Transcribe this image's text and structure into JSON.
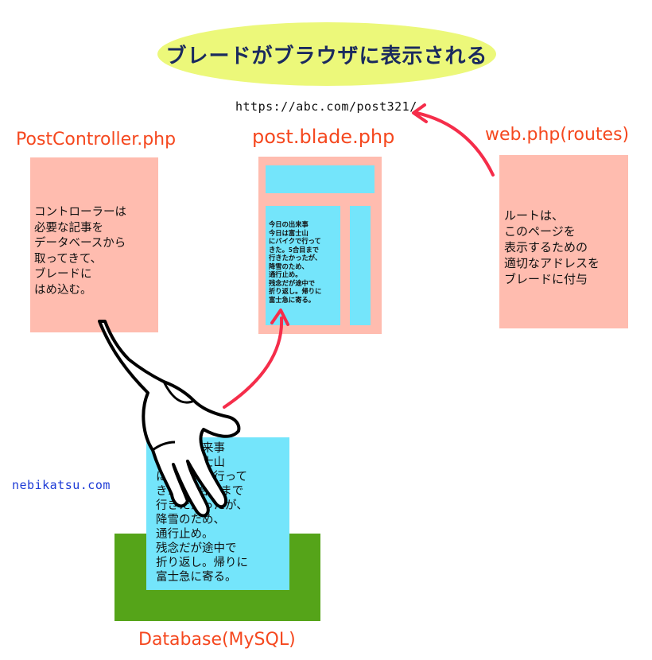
{
  "title": "ブレードがブラウザに表示される",
  "url": "https://abc.com/post321/",
  "controller": {
    "label": "PostController.php",
    "text": "コントローラーは\n必要な記事を\nデータベースから\n取ってきて、\nブレードに\nはめ込む。"
  },
  "blade": {
    "label": "post.blade.php",
    "text": "今日の出来事\n今日は富士山\nにバイクで行って\nきた。5合目まで\n行きたかったが、\n降雪のため、\n通行止め。\n残念だが途中で\n折り返し。帰りに\n富士急に寄る。"
  },
  "routes": {
    "label": "web.php(routes)",
    "text": "ルートは、\nこのページを\n表示するための\n適切なアドレスを\nブレードに付与"
  },
  "database": {
    "label": "Database(MySQL)",
    "text": "今日の出来事\n今日は富士山\nにバイクで行って\nきた。5合目まで\n行きたかったが、\n降雪のため、\n通行止め。\n残念だが途中で\n折り返し。帰りに\n富士急に寄る。"
  },
  "credit": "nebikatsu.com",
  "colors": {
    "title_bg": "#ecf87a",
    "box_pink": "#ffbcaf",
    "box_cyan": "#74e5fb",
    "db_green": "#55a419",
    "arrow_red": "#f52d4a",
    "label_orange": "#f5481f",
    "credit_blue": "#1d3bd6"
  },
  "icons": [
    "hand-icon",
    "arrow-db-to-blade",
    "arrow-routes-to-url"
  ]
}
